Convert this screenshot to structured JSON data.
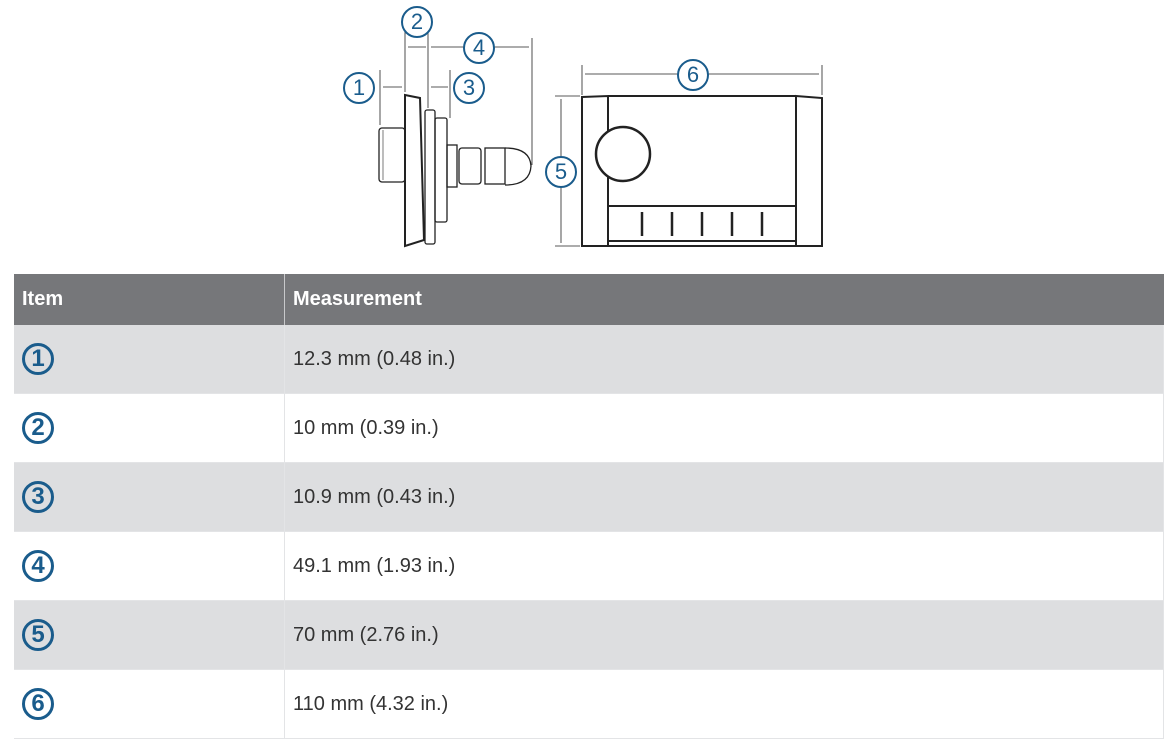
{
  "figure": {
    "callouts": [
      "1",
      "2",
      "3",
      "4",
      "5",
      "6"
    ],
    "callout_color": "#1a5c8c"
  },
  "table": {
    "headers": {
      "item": "Item",
      "measurement": "Measurement"
    },
    "header_bg": "#76777a",
    "rows": [
      {
        "item": "1",
        "measurement": "12.3 mm (0.48 in.)"
      },
      {
        "item": "2",
        "measurement": "10 mm (0.39 in.)"
      },
      {
        "item": "3",
        "measurement": "10.9 mm (0.43 in.)"
      },
      {
        "item": "4",
        "measurement": "49.1 mm (1.93 in.)"
      },
      {
        "item": "5",
        "measurement": "70 mm (2.76 in.)"
      },
      {
        "item": "6",
        "measurement": "110 mm (4.32 in.)"
      }
    ]
  }
}
